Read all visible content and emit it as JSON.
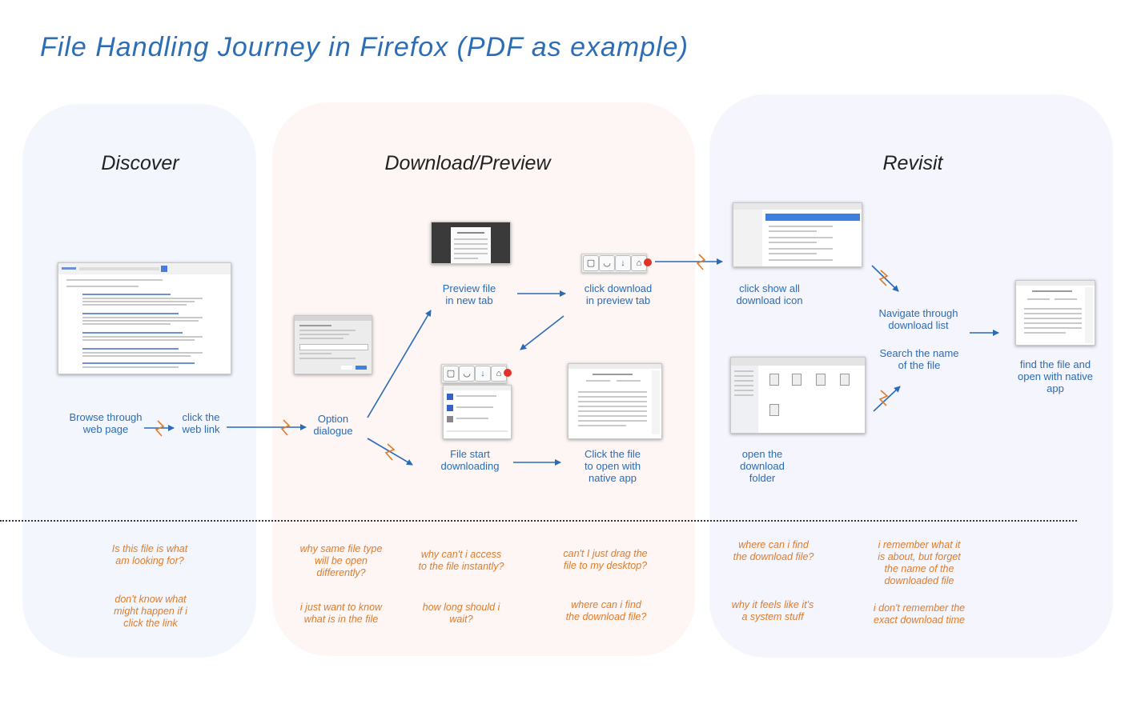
{
  "title": "File Handling Journey in Firefox (PDF as example)",
  "phases": {
    "discover": "Discover",
    "download": "Download/Preview",
    "revisit": "Revisit"
  },
  "steps": {
    "browse": [
      "Browse through",
      "web page"
    ],
    "click_link": [
      "click the",
      "web link"
    ],
    "option_dialogue": [
      "Option",
      "dialogue"
    ],
    "preview_tab": [
      "Preview file",
      "in new tab"
    ],
    "click_download": [
      "click download",
      "in preview tab"
    ],
    "file_start": [
      "File start",
      "downloading"
    ],
    "click_file": [
      "Click the file",
      "to open with",
      "native app"
    ],
    "show_all": [
      "click show all",
      "download icon"
    ],
    "open_folder": [
      "open the",
      "download",
      "folder"
    ],
    "navigate": [
      "Navigate through",
      "download list"
    ],
    "search_name": [
      "Search the name",
      "of the file"
    ],
    "find_open": [
      "find the file and",
      "open with native",
      "app"
    ]
  },
  "pains": {
    "p1": [
      "Is this file is what",
      "am looking for?"
    ],
    "p2": [
      "don't know what",
      "might happen if i",
      "click the link"
    ],
    "p3": [
      "why same file type",
      "will be open",
      "differently?"
    ],
    "p4": [
      "i just want to know",
      "what is in the file"
    ],
    "p5": [
      "why can't i access",
      "to the file instantly?"
    ],
    "p6": [
      "how long should i",
      "wait?"
    ],
    "p7": [
      "can't I just drag the",
      "file to my desktop?"
    ],
    "p8": [
      "where can i find",
      "the download file?"
    ],
    "p9": [
      "where can i find",
      "the download file?"
    ],
    "p10": [
      "why it feels like it's",
      "a system stuff"
    ],
    "p11": [
      "i remember what it",
      "is about, but forget",
      "the name of the",
      "downloaded file"
    ],
    "p12": [
      "i don't remember the",
      "exact download time"
    ]
  },
  "colors": {
    "arrow": "#2a6bb5",
    "pain_bolt": "#e07b2a",
    "pain_text": "#e07b2a",
    "step_text": "#2a6bb5"
  },
  "icons": [
    "pain-bolt-icon",
    "arrow-icon"
  ]
}
